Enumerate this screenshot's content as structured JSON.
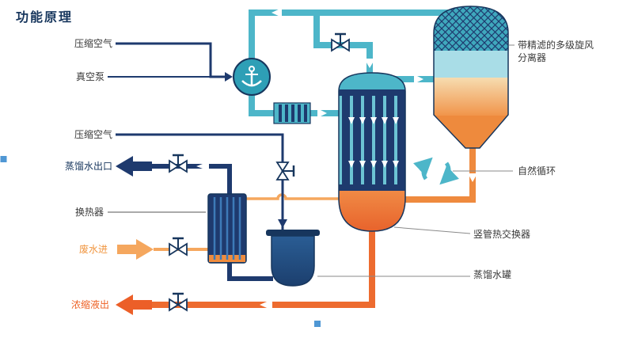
{
  "title": "功能原理",
  "colors": {
    "title": "#17365d",
    "navy_pipe": "#1e3a6e",
    "teal_pipe": "#4db6c9",
    "feed_orange": "#f5a75e",
    "concentrate_orange": "#ed6b2f",
    "cyclone_orange": "#ee8a3d",
    "label_text": "#3a3a3a",
    "distilled_outlet_label": "#17365d",
    "wastewater_label": "#f0953f",
    "concentrate_label": "#ed6024",
    "selection_handle": "#4f97d4"
  },
  "left_labels": {
    "compressed_air_top": "压缩空气",
    "vacuum_pump": "真空泵",
    "compressed_air_mid": "压缩空气",
    "distilled_water_outlet": "蒸馏水出口",
    "heat_exchanger": "换热器",
    "wastewater_in": "废水进",
    "concentrate_out": "浓缩液出"
  },
  "right_labels": {
    "cyclone_line1": "带精滤的多级旋风",
    "cyclone_line2": "分离器",
    "natural_circulation": "自然循环",
    "vertical_tube_heat_exchanger": "竖管热交换器",
    "distilled_water_tank": "蒸馏水罐"
  },
  "icons": {
    "vacuum_pump": "anchor-impeller-icon",
    "natural_circulation": "circular-arrows-icon",
    "valve": "bowtie-valve-icon"
  }
}
